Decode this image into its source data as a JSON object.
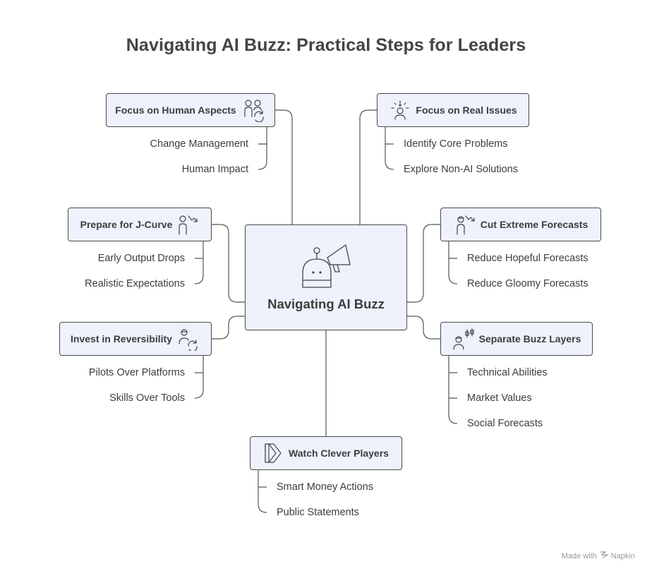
{
  "title": "Navigating AI Buzz: Practical Steps for Leaders",
  "center": {
    "label": "Navigating AI Buzz",
    "icon": "robot-megaphone-icon"
  },
  "branches": [
    {
      "key": "human",
      "label": "Focus on Human Aspects",
      "icon": "people-cycle-icon",
      "items": [
        "Change Management",
        "Human Impact"
      ]
    },
    {
      "key": "real",
      "label": "Focus on Real Issues",
      "icon": "idea-person-icon",
      "items": [
        "Identify Core Problems",
        "Explore Non-AI Solutions"
      ]
    },
    {
      "key": "jcurve",
      "label": "Prepare for J-Curve",
      "icon": "person-trend-icon",
      "items": [
        "Early Output Drops",
        "Realistic Expectations"
      ]
    },
    {
      "key": "forecasts",
      "label": "Cut Extreme Forecasts",
      "icon": "person-trend-down-icon",
      "items": [
        "Reduce Hopeful Forecasts",
        "Reduce Gloomy Forecasts"
      ]
    },
    {
      "key": "reversibility",
      "label": "Invest in Reversibility",
      "icon": "person-cycle-icon",
      "items": [
        "Pilots Over Platforms",
        "Skills Over Tools"
      ]
    },
    {
      "key": "layers",
      "label": "Separate Buzz Layers",
      "icon": "person-candlestick-icon",
      "items": [
        "Technical Abilities",
        "Market Values",
        "Social Forecasts"
      ]
    },
    {
      "key": "players",
      "label": "Watch Clever Players",
      "icon": "play-arrow-icon",
      "items": [
        "Smart Money Actions",
        "Public Statements"
      ]
    }
  ],
  "footer": {
    "made_with": "Made with",
    "brand": "Napkin"
  }
}
